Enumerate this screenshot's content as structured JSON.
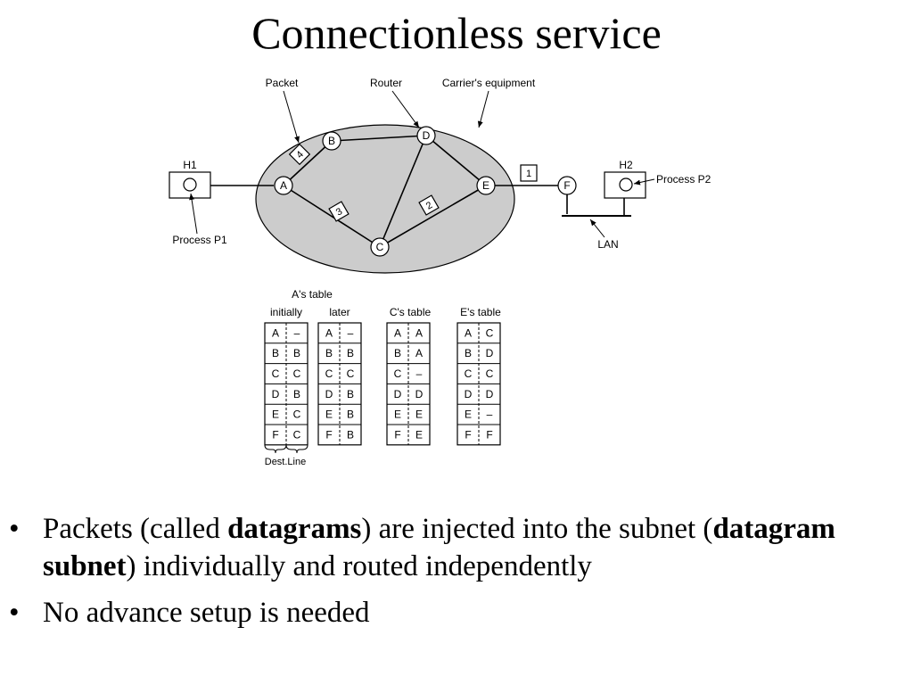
{
  "title": "Connectionless service",
  "diagram": {
    "labels": {
      "packet": "Packet",
      "router": "Router",
      "carrier": "Carrier's equipment",
      "h1": "H1",
      "h2": "H2",
      "process_p1": "Process P1",
      "process_p2": "Process P2",
      "lan": "LAN"
    },
    "nodes": [
      "A",
      "B",
      "C",
      "D",
      "E",
      "F"
    ],
    "packets": [
      "4",
      "3",
      "2",
      "1"
    ]
  },
  "tables": {
    "a_table_title": "A's table",
    "headers": [
      "initially",
      "later",
      "C's table",
      "E's table"
    ],
    "tables": [
      {
        "rows": [
          [
            "A",
            "–"
          ],
          [
            "B",
            "B"
          ],
          [
            "C",
            "C"
          ],
          [
            "D",
            "B"
          ],
          [
            "E",
            "C"
          ],
          [
            "F",
            "C"
          ]
        ]
      },
      {
        "rows": [
          [
            "A",
            "–"
          ],
          [
            "B",
            "B"
          ],
          [
            "C",
            "C"
          ],
          [
            "D",
            "B"
          ],
          [
            "E",
            "B"
          ],
          [
            "F",
            "B"
          ]
        ]
      },
      {
        "rows": [
          [
            "A",
            "A"
          ],
          [
            "B",
            "A"
          ],
          [
            "C",
            "–"
          ],
          [
            "D",
            "D"
          ],
          [
            "E",
            "E"
          ],
          [
            "F",
            "E"
          ]
        ]
      },
      {
        "rows": [
          [
            "A",
            "C"
          ],
          [
            "B",
            "D"
          ],
          [
            "C",
            "C"
          ],
          [
            "D",
            "D"
          ],
          [
            "E",
            "–"
          ],
          [
            "F",
            "F"
          ]
        ]
      }
    ],
    "dest_line": "Dest.Line"
  },
  "bullets": [
    {
      "dot": "•",
      "segments": [
        {
          "text": "Packets (called ",
          "bold": false
        },
        {
          "text": "datagrams",
          "bold": true
        },
        {
          "text": ") are injected into the subnet (",
          "bold": false
        },
        {
          "text": "datagram subnet",
          "bold": true
        },
        {
          "text": ") individually and routed independently",
          "bold": false
        }
      ]
    },
    {
      "dot": "•",
      "segments": [
        {
          "text": "No advance setup is needed",
          "bold": false
        }
      ]
    }
  ]
}
